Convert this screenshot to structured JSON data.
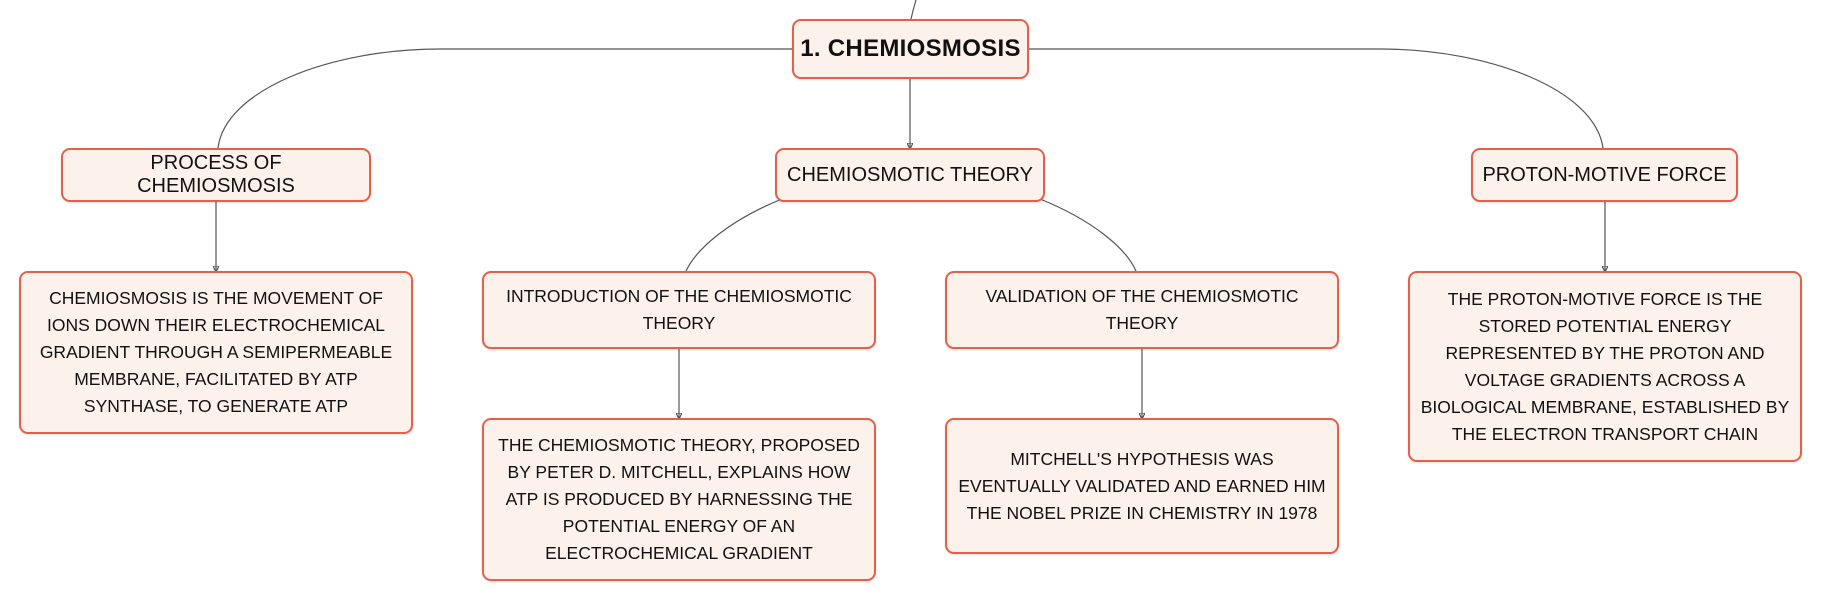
{
  "root": {
    "label": "1. CHEMIOSMOSIS"
  },
  "branches": {
    "process": {
      "label": "PROCESS OF CHEMIOSMOSIS",
      "detail": "CHEMIOSMOSIS IS THE MOVEMENT OF IONS DOWN THEIR ELECTROCHEMICAL GRADIENT THROUGH A SEMIPERMEABLE MEMBRANE, FACILITATED BY ATP SYNTHASE, TO GENERATE ATP"
    },
    "theory": {
      "label": "CHEMIOSMOTIC THEORY",
      "introduction": {
        "label": "INTRODUCTION OF THE CHEMIOSMOTIC THEORY",
        "detail": "THE CHEMIOSMOTIC THEORY, PROPOSED BY PETER D. MITCHELL, EXPLAINS HOW ATP IS PRODUCED BY HARNESSING THE POTENTIAL ENERGY OF AN ELECTROCHEMICAL GRADIENT"
      },
      "validation": {
        "label": "VALIDATION OF THE CHEMIOSMOTIC THEORY",
        "detail": "MITCHELL'S HYPOTHESIS WAS EVENTUALLY VALIDATED AND EARNED HIM THE NOBEL PRIZE IN CHEMISTRY IN 1978"
      }
    },
    "pmf": {
      "label": "PROTON-MOTIVE FORCE",
      "detail": "THE PROTON-MOTIVE FORCE IS THE STORED POTENTIAL ENERGY REPRESENTED BY THE PROTON AND VOLTAGE GRADIENTS ACROSS A BIOLOGICAL MEMBRANE, ESTABLISHED BY THE ELECTRON TRANSPORT CHAIN"
    }
  },
  "colors": {
    "node_border": "#e5604a",
    "node_fill": "#fdf1ec",
    "connector": "#555555",
    "text": "#111111"
  }
}
